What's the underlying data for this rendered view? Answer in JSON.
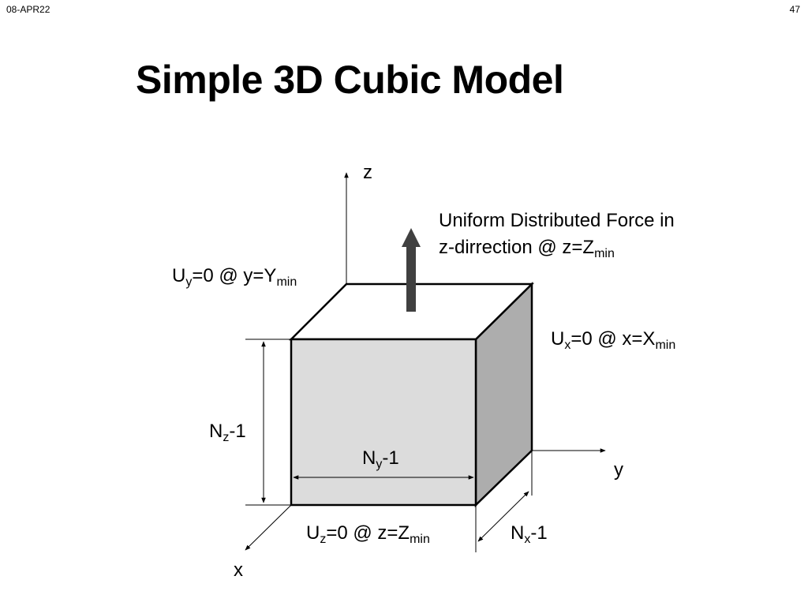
{
  "header": {
    "date": "08-APR22",
    "page_number": "47"
  },
  "title": "Simple 3D Cubic Model",
  "diagram": {
    "axes": {
      "z": "z",
      "y": "y",
      "x": "x"
    },
    "force": {
      "line1": "Uniform Distributed Force in",
      "line2_prefix": "z-dirrection @ z=Z",
      "line2_sub": "min"
    },
    "bc_y": {
      "u": "U",
      "u_sub": "y",
      "mid": "=0 @ y=Y",
      "tail_sub": "min"
    },
    "bc_x": {
      "u": "U",
      "u_sub": "x",
      "mid": "=0 @ x=X",
      "tail_sub": "min"
    },
    "bc_z": {
      "u": "U",
      "u_sub": "z",
      "mid": "=0 @ z=Z",
      "tail_sub": "min"
    },
    "dim_z": {
      "n": "N",
      "sub": "z",
      "tail": "-1"
    },
    "dim_y": {
      "n": "N",
      "sub": "y",
      "tail": "-1"
    },
    "dim_x": {
      "n": "N",
      "sub": "x",
      "tail": "-1"
    },
    "colors": {
      "front_face": "#dcdcdc",
      "side_face": "#adadad",
      "force_arrow": "#404040"
    }
  }
}
